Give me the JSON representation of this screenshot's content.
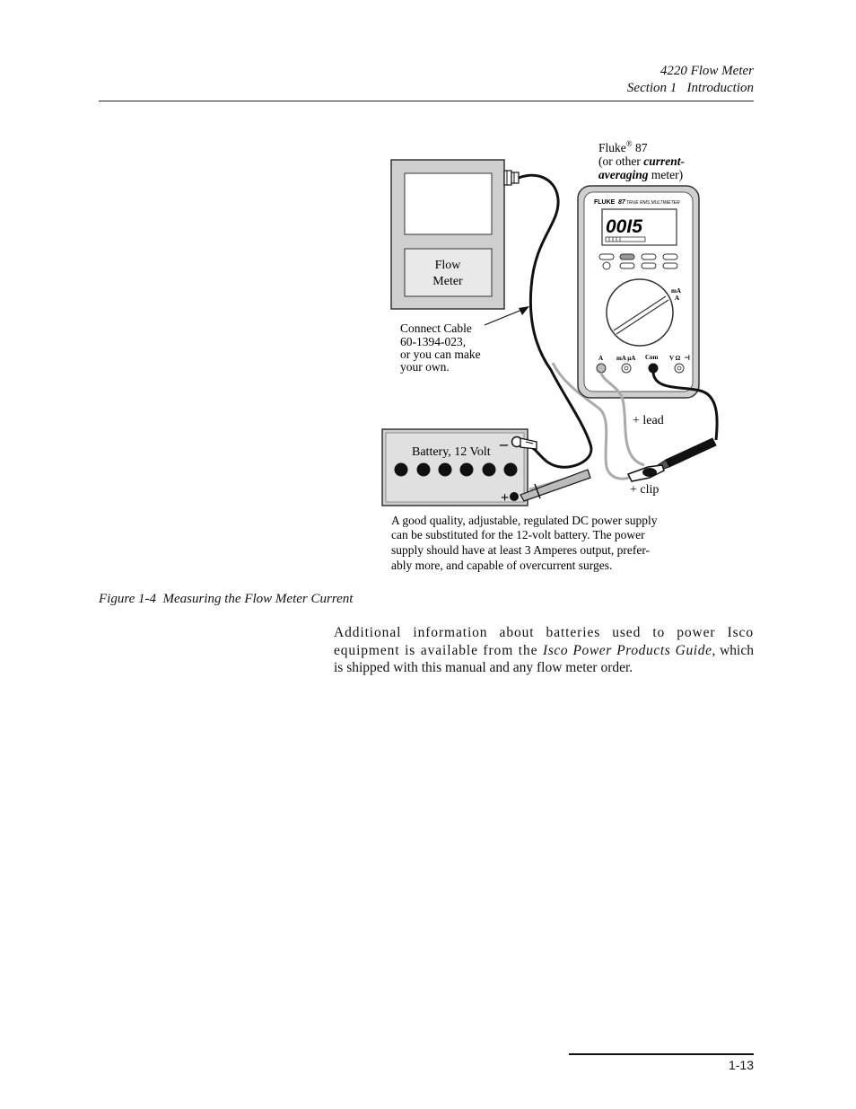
{
  "header": {
    "line1": "4220 Flow Meter",
    "line2": "Section 1   Introduction"
  },
  "figure": {
    "flow_meter_label_1": "Flow",
    "flow_meter_label_2": "Meter",
    "meter_label_brand": "Fluke",
    "meter_label_reg": "®",
    "meter_label_model": " 87",
    "meter_label_line2_pre": "(or other ",
    "meter_label_line2_bold": "current-",
    "meter_label_line3_bold": "averaging",
    "meter_label_line3_post": " meter)",
    "meter_face_brand": "FLUKE",
    "meter_face_model": "87",
    "meter_face_sub": "TRUE RMS MULTIMETER",
    "display_reading": "00I5",
    "dial_label_1": "mA",
    "dial_label_2": "A",
    "jack_a": "A",
    "jack_ma": "mA µA",
    "jack_com": "Com",
    "jack_v": "V Ω",
    "cable_note": [
      "Connect Cable",
      "60-1394-023,",
      "or you can make",
      "your own."
    ],
    "battery_label": "Battery, 12 Volt",
    "battery_minus": "–",
    "battery_plus": "+",
    "lead_label": "+ lead",
    "clip_label": "+ clip",
    "power_note": [
      "A good quality, adjustable, regulated DC power supply",
      "can be substituted for the 12-volt battery. The power",
      "supply should have at least 3 Amperes output, prefer-",
      "ably more, and capable of overcurrent surges."
    ]
  },
  "caption": "Figure 1-4  Measuring the Flow Meter Current",
  "body": {
    "part1": "Additional information about batteries used to power Isco equipment is available from the ",
    "italic": "Isco Power Products Guide",
    "part2": ", which is shipped with this manual and any flow meter order."
  },
  "footer": {
    "page": "1-13"
  }
}
